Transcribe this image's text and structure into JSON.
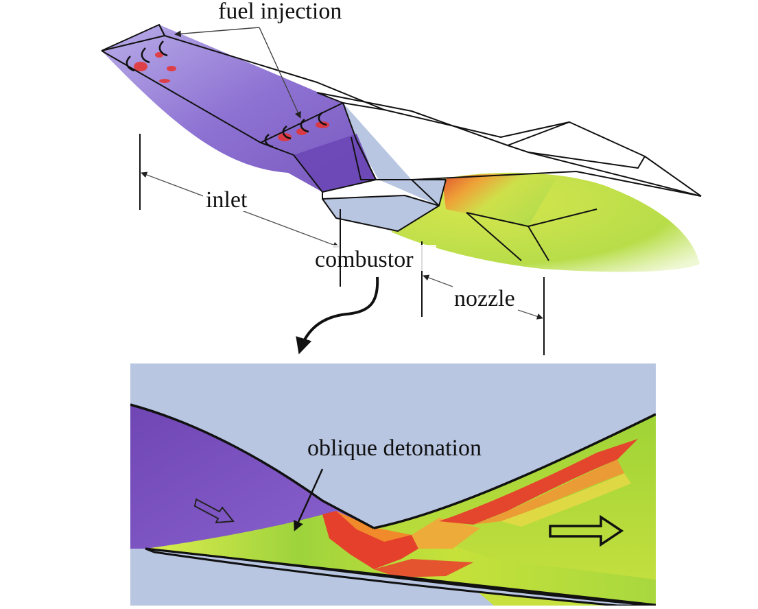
{
  "labels": {
    "fuel_injection": "fuel injection",
    "inlet": "inlet",
    "combustor": "combustor",
    "nozzle": "nozzle",
    "oblique_detonation": "oblique detonation"
  },
  "colors": {
    "purple": "#7b5cc2",
    "light_blue_gray": "#b9c6e2",
    "red": "#e8322e",
    "orange": "#f08a2a",
    "yellow_green": "#c6df3a",
    "green": "#8fcf3a",
    "outline": "#111111"
  }
}
